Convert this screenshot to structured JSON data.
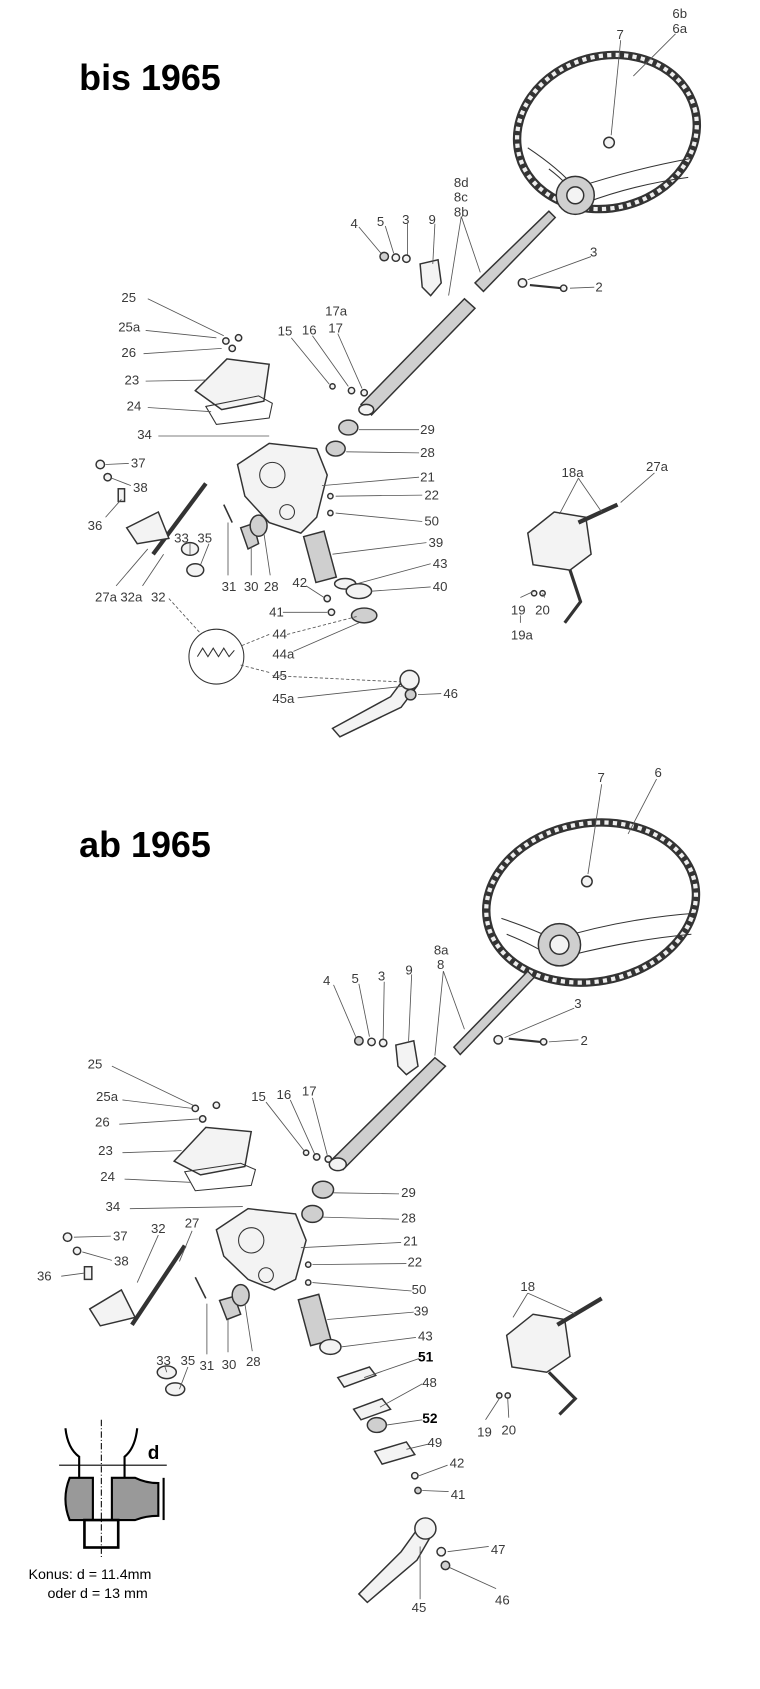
{
  "sections": {
    "top": {
      "title": "bis 1965",
      "labels": [
        "6b",
        "6a",
        "7",
        "8d",
        "8c",
        "8b",
        "4",
        "5",
        "3",
        "9",
        "3",
        "2",
        "25",
        "25a",
        "26",
        "23",
        "24",
        "34",
        "15",
        "16",
        "17a",
        "17",
        "29",
        "28",
        "21",
        "22",
        "50",
        "39",
        "43",
        "40",
        "37",
        "38",
        "36",
        "27a",
        "32a",
        "32",
        "33",
        "35",
        "31",
        "30",
        "28",
        "42",
        "41",
        "44",
        "44a",
        "45",
        "45a",
        "46",
        "18a",
        "27a",
        "19",
        "19a",
        "20"
      ]
    },
    "bottom": {
      "title": "ab 1965",
      "labels": [
        "6",
        "7",
        "8a",
        "8",
        "4",
        "5",
        "3",
        "9",
        "3",
        "2",
        "25",
        "25a",
        "26",
        "23",
        "24",
        "34",
        "15",
        "16",
        "17",
        "29",
        "28",
        "21",
        "22",
        "50",
        "39",
        "43",
        "48",
        "49",
        "42",
        "41",
        "47",
        "46",
        "45",
        "37",
        "38",
        "36",
        "32",
        "27",
        "33",
        "35",
        "31",
        "30",
        "28",
        "18",
        "19",
        "20"
      ],
      "bold_labels": [
        "51",
        "52"
      ]
    }
  },
  "detail": {
    "dimension_label": "d",
    "caption_line1": "Konus: d = 11.4mm",
    "caption_line2": "oder d = 13 mm"
  }
}
